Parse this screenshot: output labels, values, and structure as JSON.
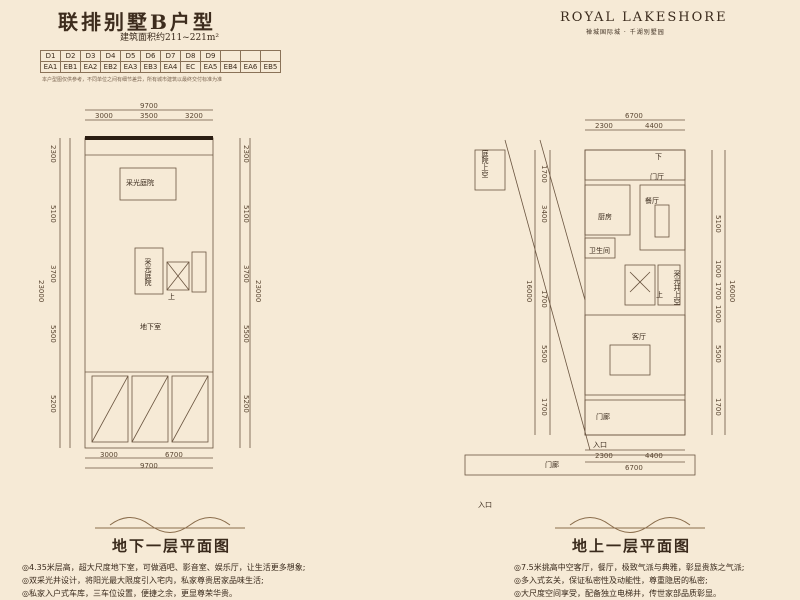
{
  "header": {
    "title": "联排别墅B户型",
    "area": "建筑面积约211~221m²",
    "brand": "ROYAL LAKESHORE",
    "brand_sub": "禅城国际城 · 千湖别墅园"
  },
  "units_table": {
    "row1": [
      "D1",
      "D2",
      "D3",
      "D4",
      "D5",
      "D6",
      "D7",
      "D8",
      "D9"
    ],
    "row2": [
      "EA1",
      "EB1",
      "EA2",
      "EB2",
      "EA3",
      "EB3",
      "EA4",
      "EC",
      "EA5",
      "EB4",
      "EA6",
      "EB5"
    ]
  },
  "note": "本户型图仅供参考，不同单位之间有细节差异，所有城市建筑以最终交付标准为准",
  "basement": {
    "plan_title": "地下一层平面图",
    "dims_top": [
      "9700",
      "3000",
      "3500",
      "3200"
    ],
    "dims_bottom": [
      "3000",
      "6700",
      "9700"
    ],
    "dims_left": [
      "2300",
      "5100",
      "3700",
      "5500",
      "5200",
      "23000"
    ],
    "dims_right": [
      "2300",
      "5100",
      "3700",
      "5500",
      "5200",
      "23000"
    ],
    "rooms": {
      "courtyard": "采光庭院",
      "skylight": "采光庭院",
      "up": "上",
      "basement": "地下室"
    },
    "desc": [
      "◎4.35米层高，超大尺度地下室，可做酒吧、影音室、娱乐厅，让生活更多想象;",
      "◎双采光井设计，将阳光最大限度引入宅内，私家尊贵居家品味生活;",
      "◎私家入户式车库，三车位设置，便捷之余，更显尊荣华贵。"
    ]
  },
  "ground": {
    "plan_title": "地上一层平面图",
    "dims_top": [
      "6700",
      "2300",
      "4400"
    ],
    "dims_bottom": [
      "2300",
      "4400",
      "6700"
    ],
    "dims_left": [
      "1700",
      "3400",
      "16000",
      "1700",
      "5500",
      "1700"
    ],
    "dims_right": [
      "5100",
      "1000",
      "1700",
      "1000",
      "16000",
      "5500",
      "1700"
    ],
    "rooms": {
      "court_up": "庭院上空",
      "hall": "门厅",
      "kitchen": "厨房",
      "dining": "餐厅",
      "bath": "卫生间",
      "skylight_up": "采光井上空",
      "up": "上",
      "down": "下",
      "living": "客厅",
      "entry": "门廊",
      "porch": "门廊",
      "entrance": "入口",
      "entrance2": "入口"
    },
    "desc": [
      "◎7.5米挑高中空客厅，餐厅，极致气派与典雅，彰显贵族之气派;",
      "◎多入式玄关，保证私密性及动能性，尊重隐居的私密;",
      "◎大尺度空间享受，配备独立电梯井，传世家部品质彰显。"
    ]
  }
}
